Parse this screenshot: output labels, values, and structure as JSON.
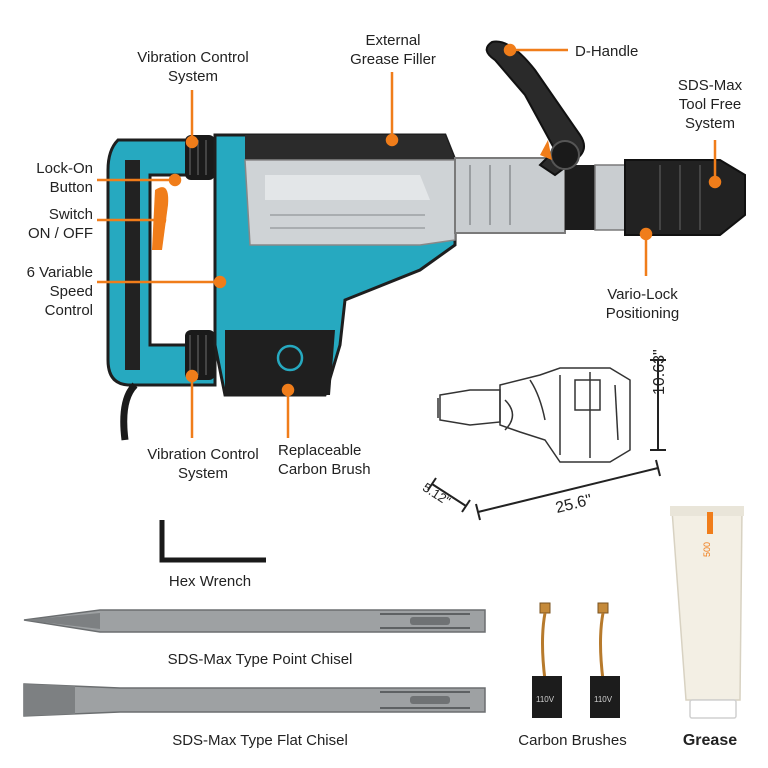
{
  "callouts": {
    "vibration_top": "Vibration Control\nSystem",
    "grease_filler": "External\nGrease Filler",
    "d_handle": "D-Handle",
    "sds_max": "SDS-Max\nTool Free\nSystem",
    "lock_on": "Lock-On\nButton",
    "switch": "Switch\nON / OFF",
    "speed": "6 Variable\nSpeed\nControl",
    "vario_lock": "Vario-Lock\nPositioning",
    "vibration_bottom": "Vibration Control\nSystem",
    "carbon_brush": "Replaceable\nCarbon Brush"
  },
  "dimensions": {
    "height": "10.63\"",
    "length": "25.6\"",
    "depth": "5.12\""
  },
  "accessories": {
    "hex_wrench": "Hex Wrench",
    "point_chisel": "SDS-Max Type Point Chisel",
    "flat_chisel": "SDS-Max Type Flat Chisel",
    "carbon_brushes": "Carbon Brushes",
    "grease": "Grease",
    "grease_tube_text": "500",
    "brush_text": "110V"
  },
  "colors": {
    "accent": "#f07d1a",
    "body": "#26a9c0",
    "housing": "#cfd3d6",
    "dark": "#2a2a2a"
  }
}
